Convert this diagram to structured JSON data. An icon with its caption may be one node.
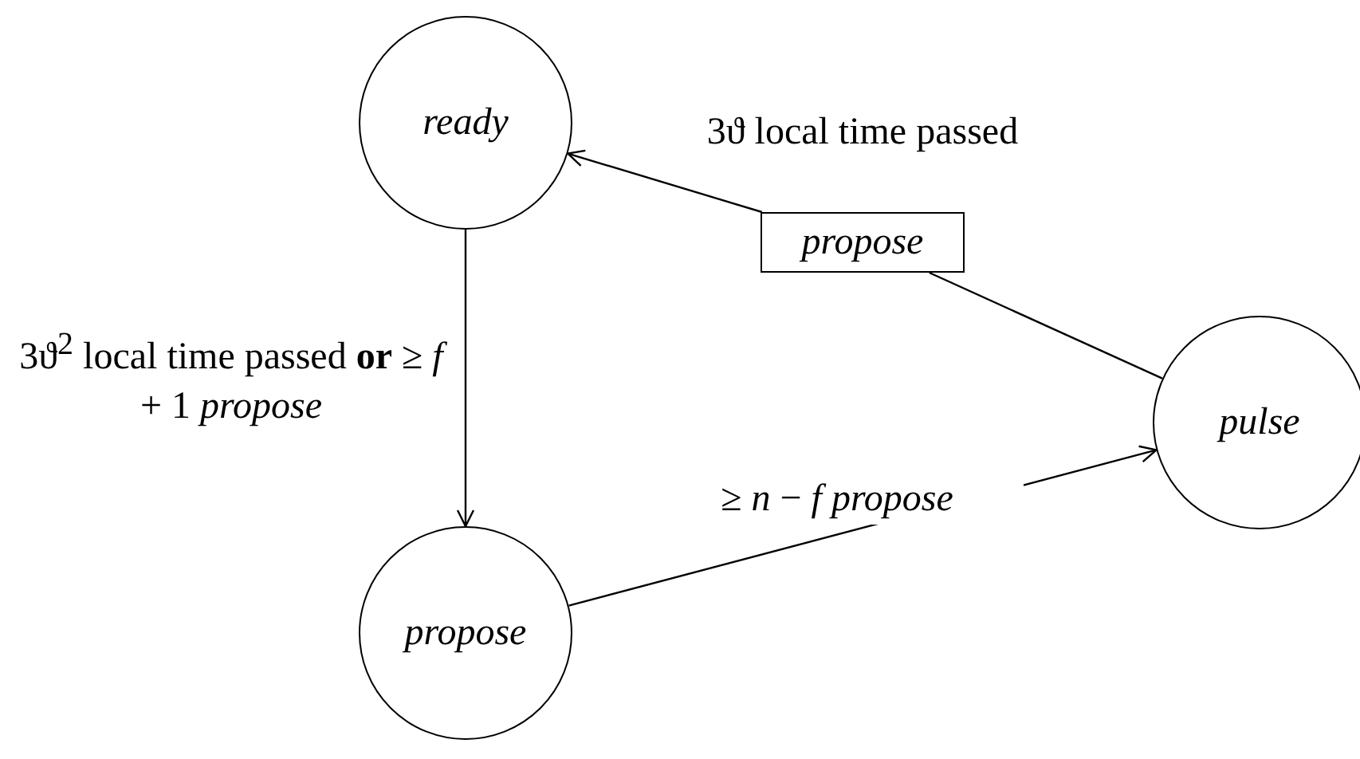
{
  "diagram": {
    "nodes": [
      {
        "text": [
          "ready"
        ]
      },
      {
        "text": [
          "propose"
        ]
      },
      {
        "text": [
          "pulse"
        ]
      },
      {
        "text": [
          "propose"
        ]
      }
    ],
    "edges": [
      {
        "from": 0,
        "to": 1,
        "arrow": "to",
        "label": "3ϑ$^{2}$ local time passed **or** ≥ *f* + 1 *propose*"
      },
      {
        "from": 1,
        "to": 2,
        "arrow": "to",
        "label": "≥ *n* − *f* *propose*"
      },
      {
        "from": 2,
        "to": 3,
        "arrow": "none"
      },
      {
        "from": 3,
        "to": 0,
        "arrow": "to",
        "label": "3ϑ local time passed"
      }
    ]
  }
}
